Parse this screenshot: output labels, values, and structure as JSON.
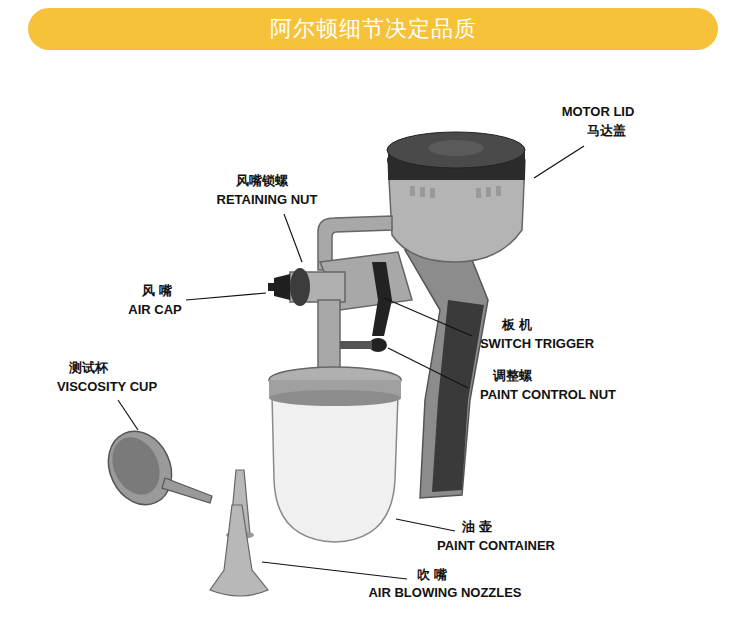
{
  "diagram": {
    "title": "阿尔顿细节决定品质",
    "labels": [
      "MOTOR LID",
      "马达盖",
      "风嘴锁螺",
      "RETAINING NUT",
      "风 嘴",
      "AIR CAP",
      "板 机",
      "SWITCH TRIGGER",
      "调整螺",
      "PAINT CONTROL NUT",
      "测试杯",
      "VISCOSITY CUP",
      "油 壶",
      "PAINT CONTAINER",
      "吹 嘴",
      "AIR BLOWING NOZZLES"
    ]
  }
}
